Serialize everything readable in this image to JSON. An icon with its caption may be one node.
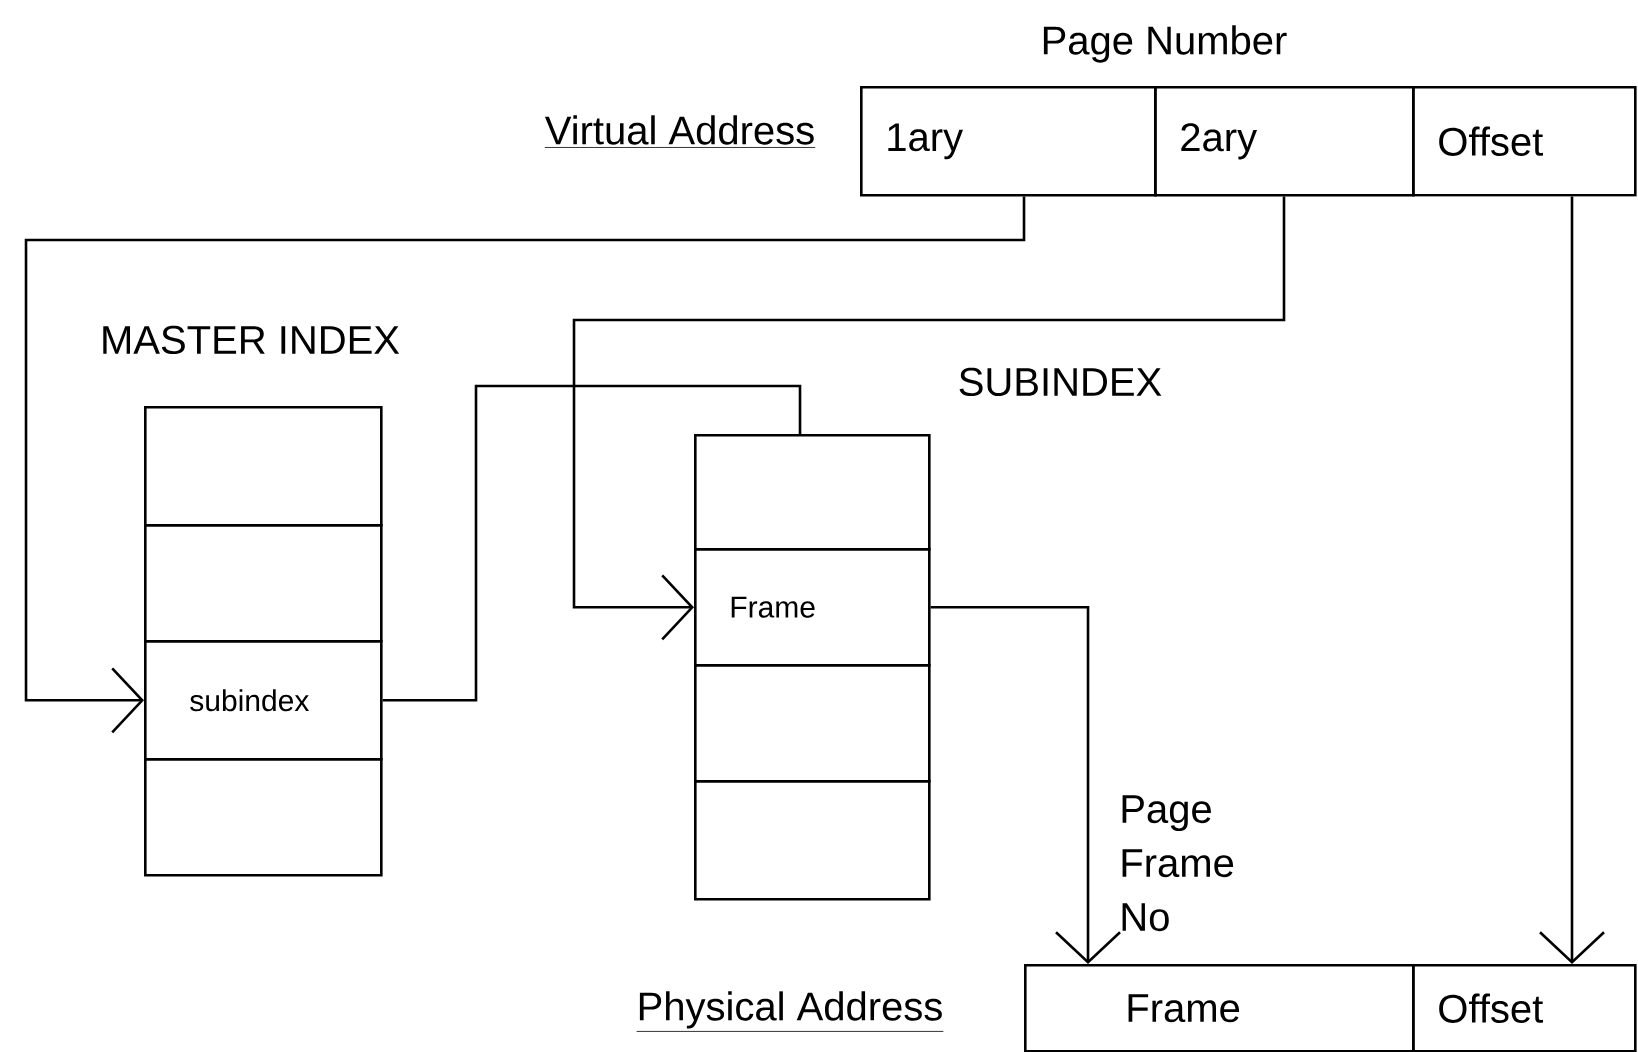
{
  "diagram": {
    "nodes": [
      {
        "text": [
          "1ary"
        ]
      },
      {
        "text": [
          "2ary"
        ]
      },
      {
        "text": [
          "Offset"
        ]
      },
      {
        "text": [],
        "shape": "box"
      },
      {
        "text": [],
        "shape": "box"
      },
      {
        "text": [
          "subindex"
        ]
      },
      {
        "text": [],
        "shape": "box"
      },
      {
        "text": [],
        "shape": "box"
      },
      {
        "text": [
          "Frame"
        ]
      },
      {
        "text": [],
        "shape": "box"
      },
      {
        "text": [],
        "shape": "box"
      },
      {
        "text": [
          "Frame"
        ]
      },
      {
        "text": [
          "Offset"
        ]
      }
    ],
    "edges": [
      {
        "from": 0,
        "to": 5,
        "arrow": "to"
      },
      {
        "from": 1,
        "to": 8,
        "arrow": "to"
      },
      {
        "from": 5,
        "to": 7,
        "arrow": "none"
      },
      {
        "from": 8,
        "to": 11,
        "arrow": "to",
        "label": "Page Frame No"
      },
      {
        "from": 2,
        "to": 12,
        "arrow": "to"
      }
    ],
    "labels": [
      "Page Number",
      "Virtual Address",
      "MASTER INDEX",
      "SUBINDEX",
      "Physical Address"
    ]
  }
}
